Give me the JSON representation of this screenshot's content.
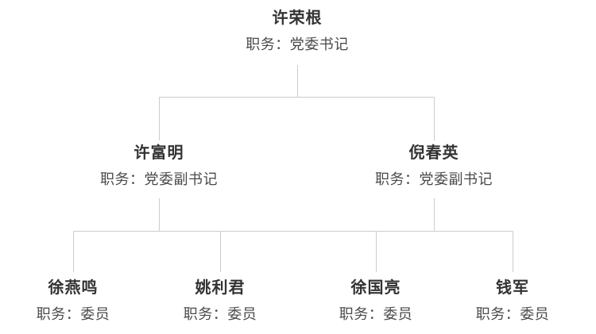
{
  "colors": {
    "background": "#ffffff",
    "line": "#cccccc",
    "name_text": "#333333",
    "title_text": "#4a4a4a"
  },
  "org_chart": {
    "type": "tree",
    "label_prefix": "职务：",
    "nodes": [
      {
        "id": "n0",
        "name": "许荣根",
        "title": "职务：党委书记",
        "level": 1,
        "parent": null
      },
      {
        "id": "n1",
        "name": "许富明",
        "title": "职务：党委副书记",
        "level": 2,
        "parent": "n0"
      },
      {
        "id": "n2",
        "name": "倪春英",
        "title": "职务：党委副书记",
        "level": 2,
        "parent": "n0"
      },
      {
        "id": "n3",
        "name": "徐燕鸣",
        "title": "职务：委员",
        "level": 3,
        "parent": "n1"
      },
      {
        "id": "n4",
        "name": "姚利君",
        "title": "职务：委员",
        "level": 3,
        "parent": "n1"
      },
      {
        "id": "n5",
        "name": "徐国亮",
        "title": "职务：委员",
        "level": 3,
        "parent": "n2"
      },
      {
        "id": "n6",
        "name": "钱军",
        "title": "职务：委员",
        "level": 3,
        "parent": "n2"
      }
    ]
  }
}
